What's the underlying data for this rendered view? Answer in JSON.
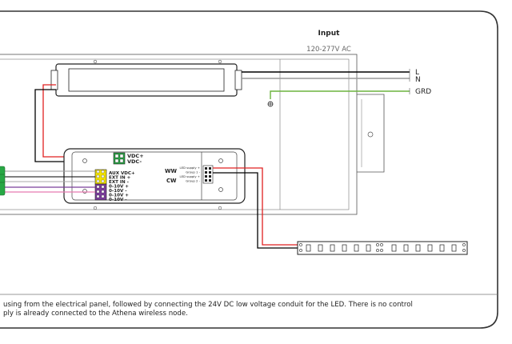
{
  "input": {
    "title": "Input",
    "voltage": "120-277V AC",
    "line_labels": [
      "L",
      "N",
      "GRD"
    ]
  },
  "driver": {
    "top_labels": [
      "VDC+",
      "VDC-"
    ],
    "left_labels": [
      "AUX VDC+",
      "EXT IN +",
      "EXT IN -",
      "0-10V +",
      "0-10V -",
      "0-10V +",
      "0-10V -"
    ],
    "channel_labels": [
      "WW",
      "CW"
    ],
    "right_labels": [
      "LED supply +",
      "Group 1 -",
      "LED supply +",
      "Group 2 -"
    ]
  },
  "caption": {
    "line1": "using from the electrical panel, followed by connecting the 24V DC low voltage conduit for the LED. There is no control",
    "line2": "ply is already connected to the Athena wireless node."
  },
  "colors": {
    "line": "#000000",
    "neutral": "#999999",
    "ground": "#6cb33f",
    "positive": "#e02020",
    "purple": "#7a3d9a",
    "pink": "#e87ab0",
    "connector_yellow": "#f4e400",
    "connector_green": "#28a745",
    "frame": "#333333"
  }
}
